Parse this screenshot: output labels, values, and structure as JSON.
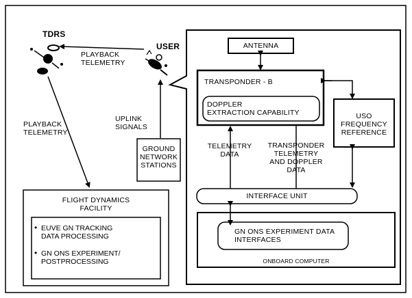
{
  "tdrs_label": "TDRS",
  "user_label": "USER",
  "playback_top": [
    "PLAYBACK",
    "TELEMETRY"
  ],
  "playback_left": [
    "PLAYBACK",
    "TELEMETRY"
  ],
  "uplink": [
    "UPLINK",
    "SIGNALS"
  ],
  "ground": [
    "GROUND",
    "NETWORK",
    "STATIONS"
  ],
  "fdf_title": [
    "FLIGHT DYNAMICS",
    "FACILITY"
  ],
  "fdf_items": [
    [
      "EUVE GN TRACKING",
      "DATA PROCESSING"
    ],
    [
      "GN ONS EXPERIMENT/",
      "POSTPROCESSING"
    ]
  ],
  "antenna": "ANTENNA",
  "transponder": "TRANSPONDER - B",
  "doppler": [
    "DOPPLER",
    "EXTRACTION CAPABILITY"
  ],
  "uso": [
    "USO",
    "FREQUENCY",
    "REFERENCE"
  ],
  "telemetry_data": [
    "TELEMETRY",
    "DATA"
  ],
  "transponder_telemetry": [
    "TRANSPONDER",
    "TELEMETRY",
    "AND DOPPLER",
    "DATA"
  ],
  "interface_unit": "INTERFACE UNIT",
  "gn_ons_interfaces": [
    "GN ONS EXPERIMENT DATA",
    "INTERFACES"
  ],
  "onboard_computer": "ONBOARD COMPUTER"
}
